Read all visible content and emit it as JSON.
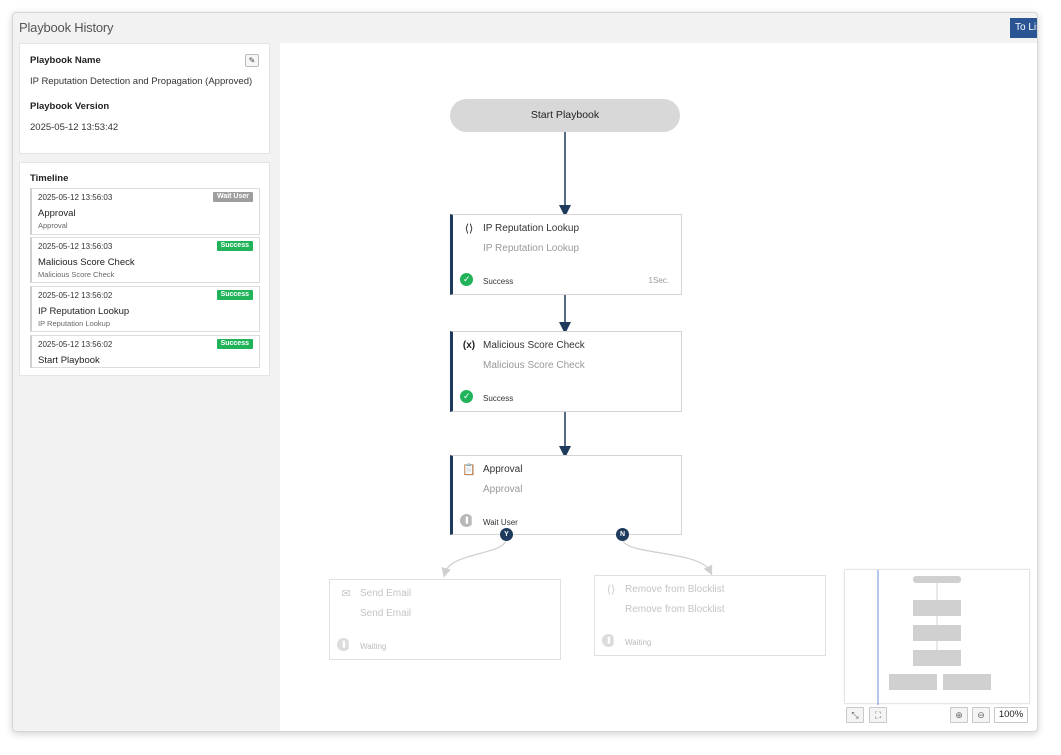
{
  "window": {
    "title": "Playbook History",
    "to_list_label": "To List"
  },
  "info": {
    "name_label": "Playbook Name",
    "name_value": "IP Reputation Detection and Propagation (Approved)",
    "version_label": "Playbook Version",
    "version_value": "2025-05-12 13:53:42",
    "edit_icon": "pencil-icon"
  },
  "timeline": {
    "label": "Timeline",
    "items": [
      {
        "time": "2025-05-12 13:56:03",
        "status": "Wait User",
        "name": "Approval",
        "sub": "Approval"
      },
      {
        "time": "2025-05-12 13:56:03",
        "status": "Success",
        "name": "Malicious Score Check",
        "sub": "Malicious Score Check"
      },
      {
        "time": "2025-05-12 13:56:02",
        "status": "Success",
        "name": "IP Reputation Lookup",
        "sub": "IP Reputation Lookup"
      },
      {
        "time": "2025-05-12 13:56:02",
        "status": "Success",
        "name": "Start Playbook",
        "sub": ""
      }
    ]
  },
  "flow": {
    "start_label": "Start Playbook",
    "nodes": [
      {
        "title": "IP Reputation Lookup",
        "sub": "IP Reputation Lookup",
        "status": "Success",
        "duration": "1Sec.",
        "icon": "code-file-icon"
      },
      {
        "title": "Malicious Score Check",
        "sub": "Malicious Score Check",
        "status": "Success",
        "duration": "",
        "icon": "variable-icon"
      },
      {
        "title": "Approval",
        "sub": "Approval",
        "status": "Wait User",
        "duration": "",
        "icon": "clipboard-icon"
      },
      {
        "title": "Send Email",
        "sub": "Send Email",
        "status": "Waiting",
        "duration": "",
        "icon": "envelope-icon"
      },
      {
        "title": "Remove from Blocklist",
        "sub": "Remove from Blocklist",
        "status": "Waiting",
        "duration": "",
        "icon": "code-file-icon"
      }
    ],
    "branch_yes": "Y",
    "branch_no": "N"
  },
  "controls": {
    "zoom": "100%"
  },
  "colors": {
    "success": "#21b35a",
    "wait_user": "#9e9e9e",
    "accent": "#1e3a5c",
    "button": "#2a5494"
  }
}
